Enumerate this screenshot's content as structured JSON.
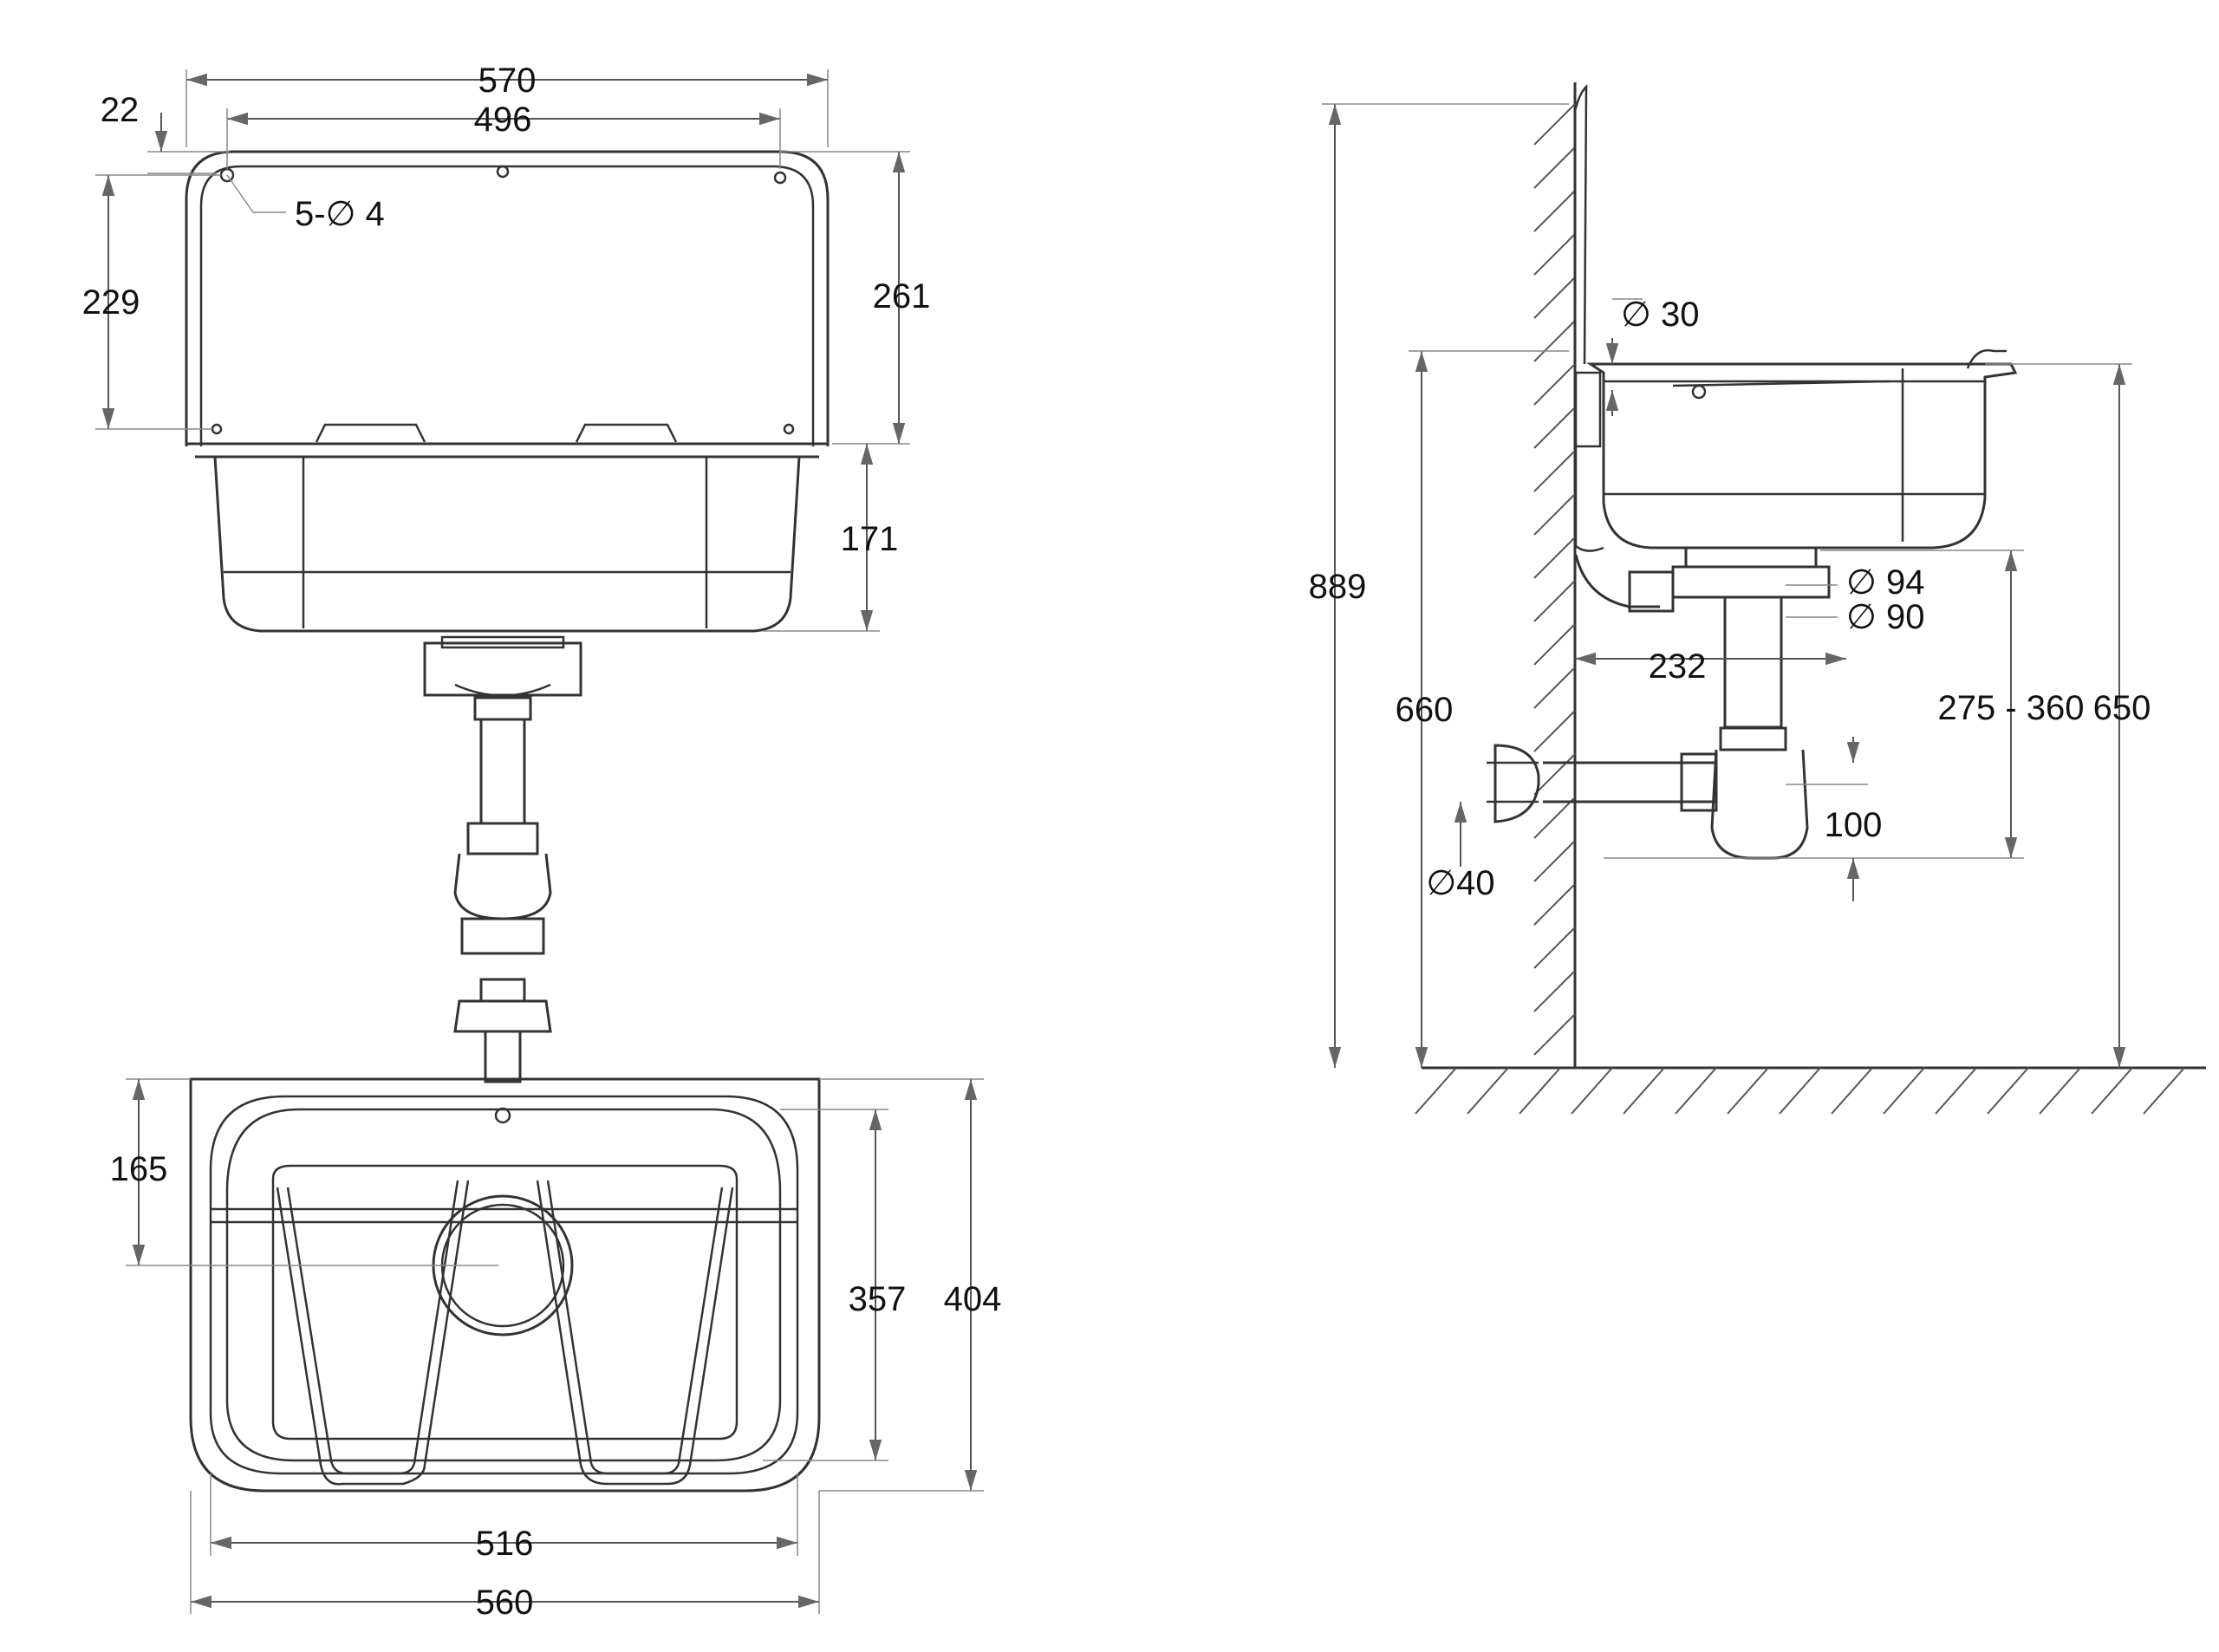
{
  "front_view": {
    "labels": {
      "width_outer": "570",
      "width_inner": "496",
      "back_offset": "22",
      "mount_holes": "5-∅ 4",
      "back_inner_height": "229",
      "back_height": "261",
      "bowl_depth": "171"
    }
  },
  "plan_view": {
    "labels": {
      "drain_offset": "165",
      "depth_inner": "357",
      "depth_outer": "404",
      "width_inner": "516",
      "width_outer": "560"
    }
  },
  "side_view": {
    "labels": {
      "total_height": "889",
      "overflow_dia": "∅ 30",
      "drain_dia_1": "∅ 94",
      "drain_dia_2": "∅ 90",
      "rim_height": "660",
      "trap_projection": "232",
      "trap_range": "275 - 360",
      "floor_to_rim": "650",
      "outlet_height": "100",
      "outlet_dia": "∅40"
    }
  }
}
